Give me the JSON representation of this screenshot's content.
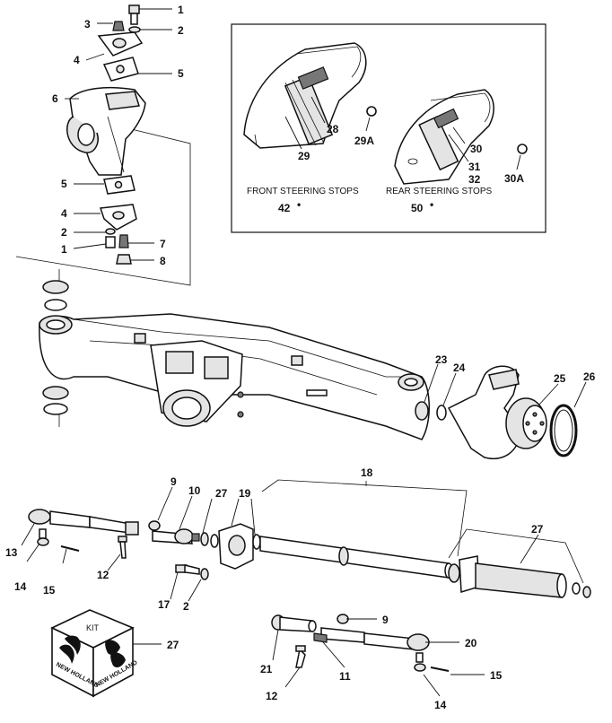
{
  "callouts": {
    "c1a": "1",
    "c2a": "2",
    "c3": "3",
    "c4a": "4",
    "c5a": "5",
    "c6": "6",
    "c5b": "5",
    "c4b": "4",
    "c2b": "2",
    "c7": "7",
    "c1b": "1",
    "c8": "8",
    "c28": "28",
    "c29": "29",
    "c29a": "29A",
    "c30": "30",
    "c31": "31",
    "c32": "32",
    "c30a": "30A",
    "c42": "42",
    "c50": "50",
    "c23": "23",
    "c24": "24",
    "c25": "25",
    "c26": "26",
    "c18": "18",
    "c9a": "9",
    "c10": "10",
    "c27a": "27",
    "c19": "19",
    "c27b": "27",
    "c13": "13",
    "c14a": "14",
    "c15a": "15",
    "c12a": "12",
    "c17": "17",
    "c2c": "2",
    "c27c": "27",
    "c9b": "9",
    "c20": "20",
    "c21": "21",
    "c11": "11",
    "c12b": "12",
    "c15b": "15",
    "c14b": "14"
  },
  "inset": {
    "front_label": "FRONT STEERING STOPS",
    "rear_label": "REAR STEERING STOPS",
    "bullet": "•"
  },
  "kit": {
    "label": "KIT",
    "brand_left": "NEW HOLLAND",
    "brand_right": "NEW HOLLAND"
  }
}
